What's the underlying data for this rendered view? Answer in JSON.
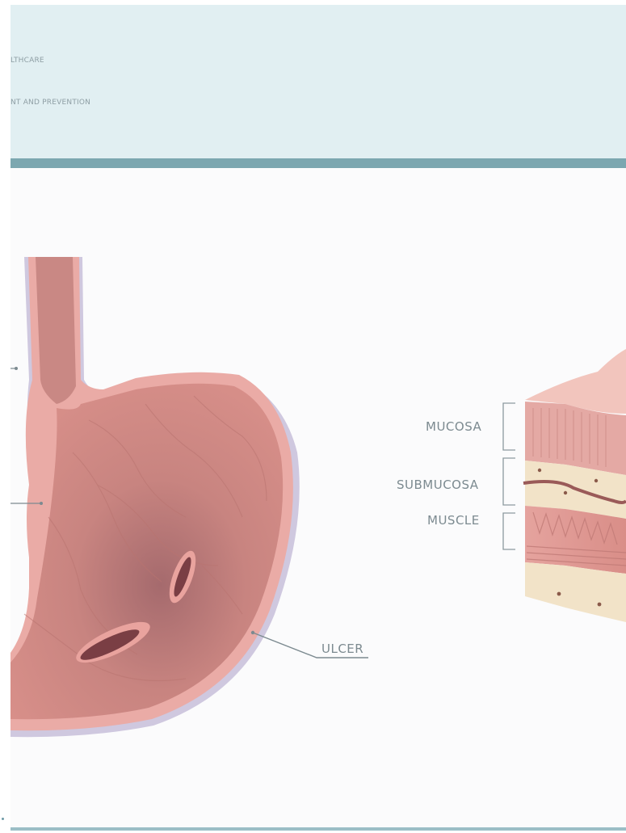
{
  "header": {
    "line1": "LTHCARE",
    "line2": "NT AND PREVENTION"
  },
  "stomach": {
    "labels": {
      "ulcer": "ULCER"
    }
  },
  "tissue": {
    "labels": {
      "mucosa": "MUCOSA",
      "submucosa": "SUBMUCOSA",
      "muscle": "MUSCLE"
    }
  },
  "colors": {
    "header_bg": "#e1eff2",
    "accent_bar": "#7ca7b0",
    "stomach_outer": "#c9c3dc",
    "stomach_wall": "#e8a9a4",
    "stomach_inner": "#c07f7b",
    "ulcer": "#7a3e44",
    "tissue_mucosa": "#e4a9a4",
    "tissue_submucosa": "#f2e3c8",
    "label_text": "#7c8a90"
  }
}
